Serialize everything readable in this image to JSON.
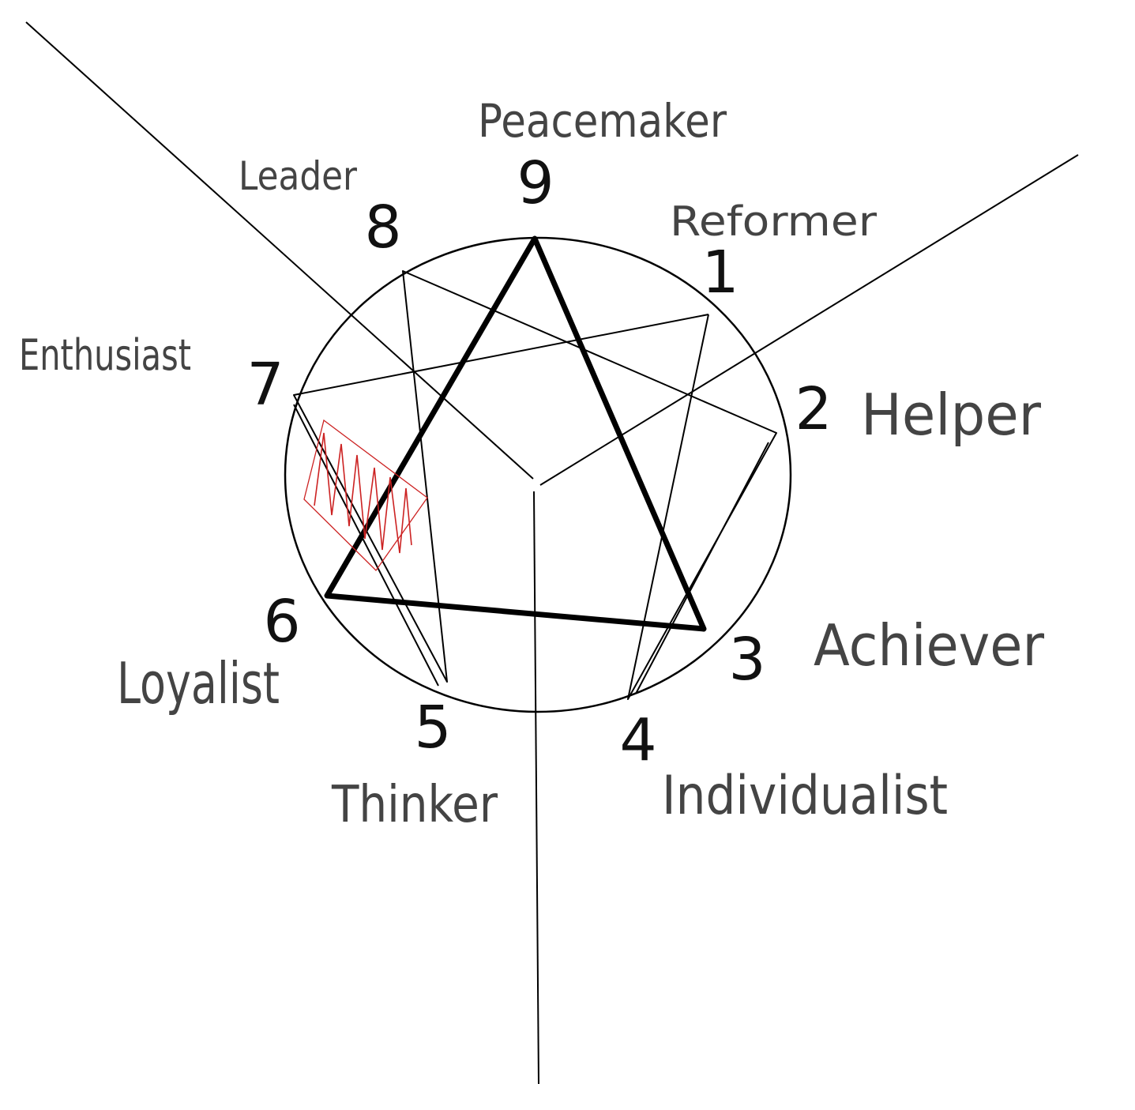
{
  "diagram": {
    "points": [
      {
        "number": "9",
        "name": "Peacemaker"
      },
      {
        "number": "1",
        "name": "Reformer"
      },
      {
        "number": "2",
        "name": "Helper"
      },
      {
        "number": "3",
        "name": "Achiever"
      },
      {
        "number": "4",
        "name": "Individualist"
      },
      {
        "number": "5",
        "name": "Thinker"
      },
      {
        "number": "6",
        "name": "Loyalist"
      },
      {
        "number": "7",
        "name": "Enthusiast"
      },
      {
        "number": "8",
        "name": "Leader"
      }
    ],
    "colors": {
      "ink": "#000000",
      "label": "#444444",
      "highlight": "#cc2222",
      "background": "#ffffff"
    }
  }
}
